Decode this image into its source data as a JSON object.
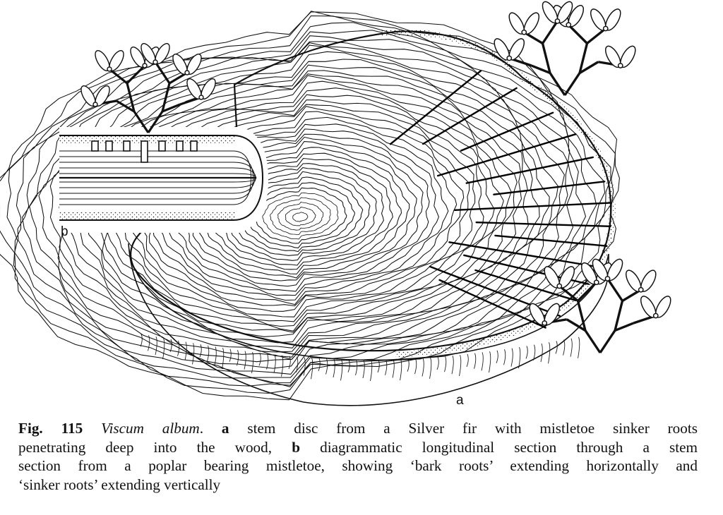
{
  "figure": {
    "panel_a_label": "a",
    "panel_b_label": "b"
  },
  "caption": {
    "fig_label": "Fig. 115",
    "species": "Viscum album",
    "after_species": ". ",
    "panel_a": "a",
    "line1_rest": " stem disc from a Silver fir with mistletoe sinker roots",
    "line2": "penetrating deep into the wood, ",
    "panel_b": "b",
    "line2_rest": " diagrammatic longitudinal section through a stem",
    "line3": "section from a poplar bearing mistletoe, showing ‘bark roots’ extending horizontally and",
    "line4": "‘sinker roots’ extending vertically"
  },
  "colors": {
    "ink": "#111111",
    "paper": "#ffffff"
  }
}
